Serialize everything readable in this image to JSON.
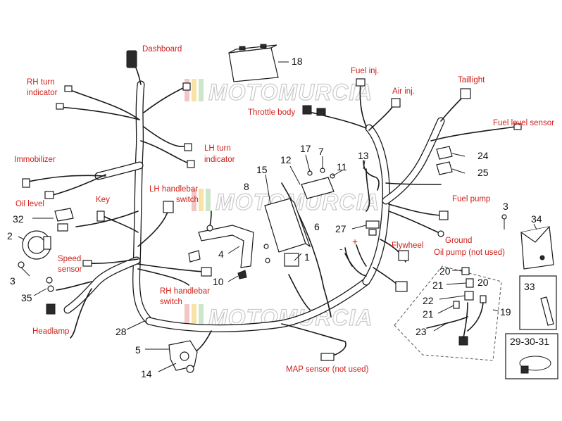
{
  "watermark": "MOTOMURCIA",
  "labels": {
    "dashboard": "Dashboard",
    "rh_turn_line1": "RH turn",
    "rh_turn_line2": "indicator",
    "lh_turn_line1": "LH turn",
    "lh_turn_line2": "indicator",
    "immobilizer": "Immobilizer",
    "oil_level": "Oil level",
    "key": "Key",
    "lh_handlebar_line1": "LH handlebar",
    "lh_handlebar_line2": "switch",
    "speed_line1": "Speed",
    "speed_line2": "sensor",
    "headlamp": "Headlamp",
    "rh_handlebar_line1": "RH handlebar",
    "rh_handlebar_line2": "switch",
    "throttle_body": "Throttle body",
    "fuel_inj": "Fuel inj.",
    "air_inj": "Air inj.",
    "taillight": "Taillight",
    "fuel_level_sensor": "Fuel level sensor",
    "fuel_pump": "Fuel pump",
    "ground": "Ground",
    "oil_pump": "Oil pump (not used)",
    "flywheel": "Flywheel",
    "map_sensor": "MAP sensor (not used)"
  },
  "numbers": {
    "n1": "1",
    "n2": "2",
    "n3a": "3",
    "n3b": "3",
    "n4": "4",
    "n5": "5",
    "n6": "6",
    "n7": "7",
    "n8": "8",
    "n10": "10",
    "n11": "11",
    "n12": "12",
    "n13": "13",
    "n14": "14",
    "n15": "15",
    "n17": "17",
    "n18": "18",
    "n19": "19",
    "n20a": "20",
    "n20b": "20",
    "n21a": "21",
    "n21b": "21",
    "n22": "22",
    "n23": "23",
    "n24": "24",
    "n25": "25",
    "n27": "27",
    "n28": "28",
    "n32": "32",
    "n33": "33",
    "n34": "34",
    "n35": "35",
    "n293031": "29-30-31"
  },
  "polarity": {
    "minus": "-",
    "plus": "+"
  },
  "colors": {
    "label": "#d0201b",
    "ink": "#1a1a1a",
    "watermark": "#c9c9c9"
  }
}
